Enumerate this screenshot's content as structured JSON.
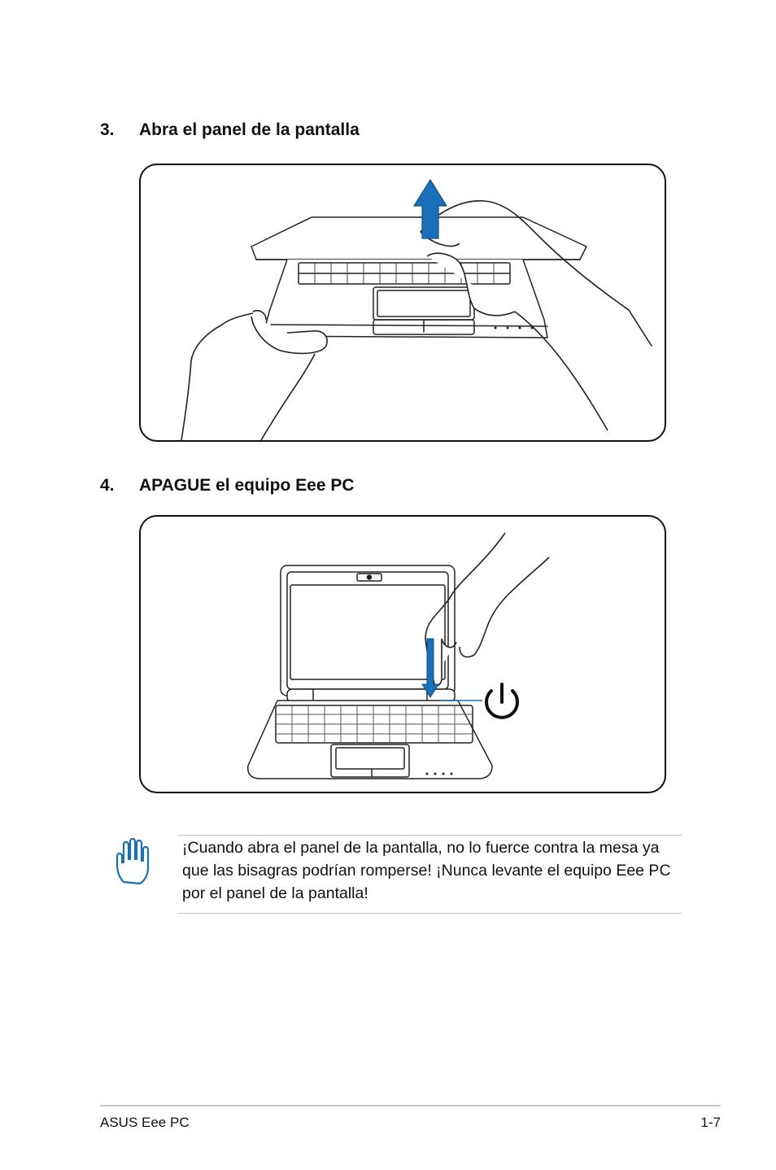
{
  "steps": [
    {
      "number": "3.",
      "title": "Abra el panel de la pantalla",
      "illustration_icon": "open-lid-arrow-icon"
    },
    {
      "number": "4.",
      "title": "APAGUE el equipo Eee PC",
      "illustration_icon": "power-icon"
    }
  ],
  "note": {
    "icon": "hand-caution-icon",
    "text": "¡Cuando abra el panel de la pantalla, no lo fuerce contra la mesa ya que las bisagras podrían romperse! ¡Nunca levante el equipo Eee PC por el panel de la pantalla!"
  },
  "footer": {
    "left": "ASUS Eee PC",
    "right": "1-7"
  },
  "colors": {
    "accent_blue": "#1a6fb8",
    "line": "#222222",
    "rule": "#c8c8c8"
  }
}
